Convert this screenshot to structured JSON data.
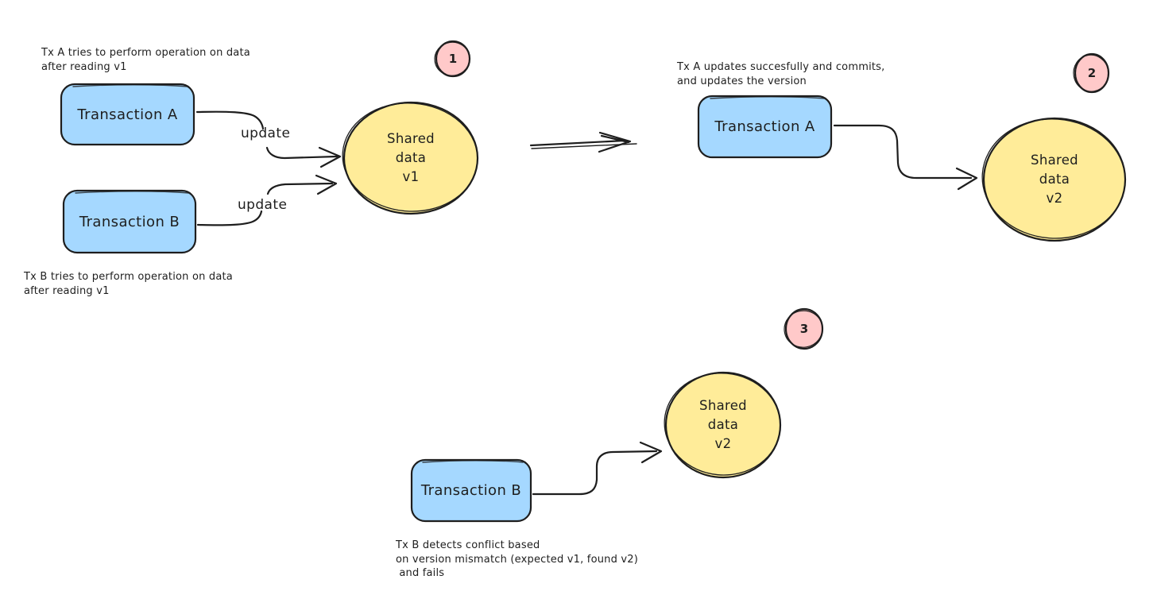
{
  "colors": {
    "stroke": "#1e1e1e",
    "transaction_box_fill": "#a5d8ff",
    "shared_data_fill": "#ffec99",
    "badge_fill": "#ffc9c9",
    "background": "#ffffff"
  },
  "scene1": {
    "badge": "1",
    "caption_tx_a": "Tx A tries to perform operation on data\nafter reading v1",
    "caption_tx_b": "Tx B tries to perform operation on data\nafter reading v1",
    "box_a_label": "Transaction A",
    "box_b_label": "Transaction B",
    "arrow_a_label": "update",
    "arrow_b_label": "update",
    "data_label": "Shared\ndata\nv1"
  },
  "scene2": {
    "badge": "2",
    "caption": "Tx A updates succesfully and commits,\nand updates the version",
    "box_label": "Transaction A",
    "data_label": "Shared\ndata\nv2"
  },
  "scene3": {
    "badge": "3",
    "caption": "Tx B detects conflict based\non version mismatch (expected v1, found v2)\n and fails",
    "box_label": "Transaction B",
    "data_label": "Shared\ndata\nv2"
  }
}
